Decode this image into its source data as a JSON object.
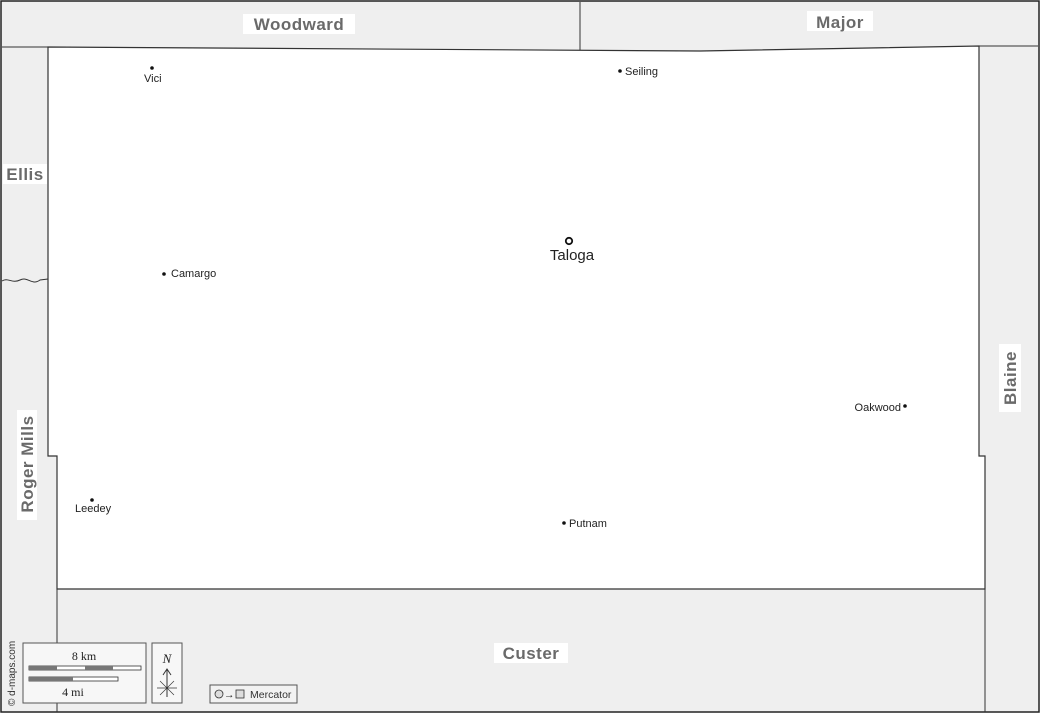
{
  "counties": {
    "woodward": "Woodward",
    "major": "Major",
    "ellis": "Ellis",
    "roger_mills": "Roger Mills",
    "blaine": "Blaine",
    "custer": "Custer"
  },
  "places": {
    "vici": "Vici",
    "seiling": "Seiling",
    "taloga": "Taloga",
    "camargo": "Camargo",
    "oakwood": "Oakwood",
    "leedey": "Leedey",
    "putnam": "Putnam"
  },
  "scale_bar": {
    "metric_label": "8 km",
    "imperial_label": "4 mi"
  },
  "compass": {
    "north_label": "N"
  },
  "projection": {
    "label": "Mercator"
  },
  "credit": "© d-maps.com",
  "colors": {
    "neighbor_fill": "#efefef",
    "county_fill": "#ffffff",
    "border": "#333333",
    "label_bg": "#ffffff",
    "county_label": "#6a6a6a"
  }
}
